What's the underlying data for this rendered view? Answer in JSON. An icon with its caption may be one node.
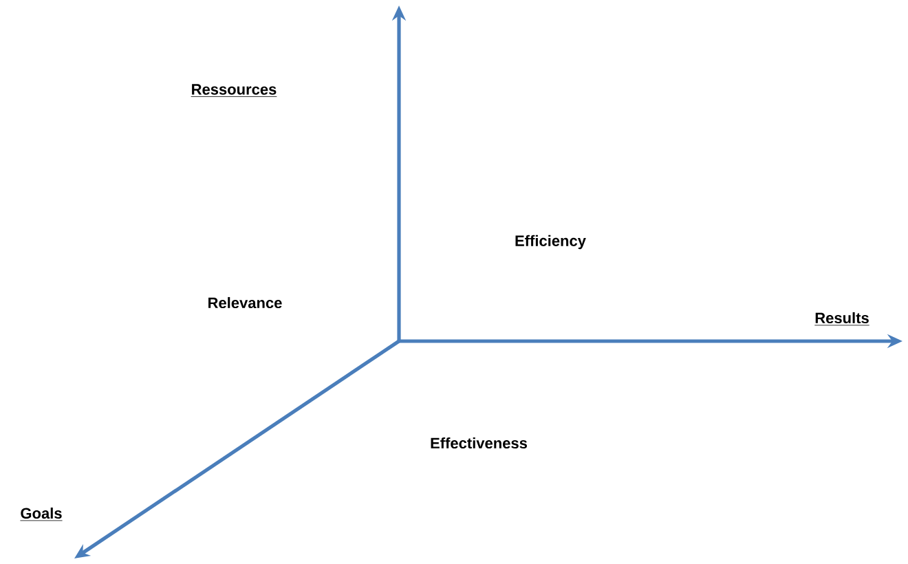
{
  "diagram": {
    "labels": [
      "Ressources",
      "Efficiency",
      "Relevance",
      "Results",
      "Effectiveness",
      "Goals"
    ]
  }
}
